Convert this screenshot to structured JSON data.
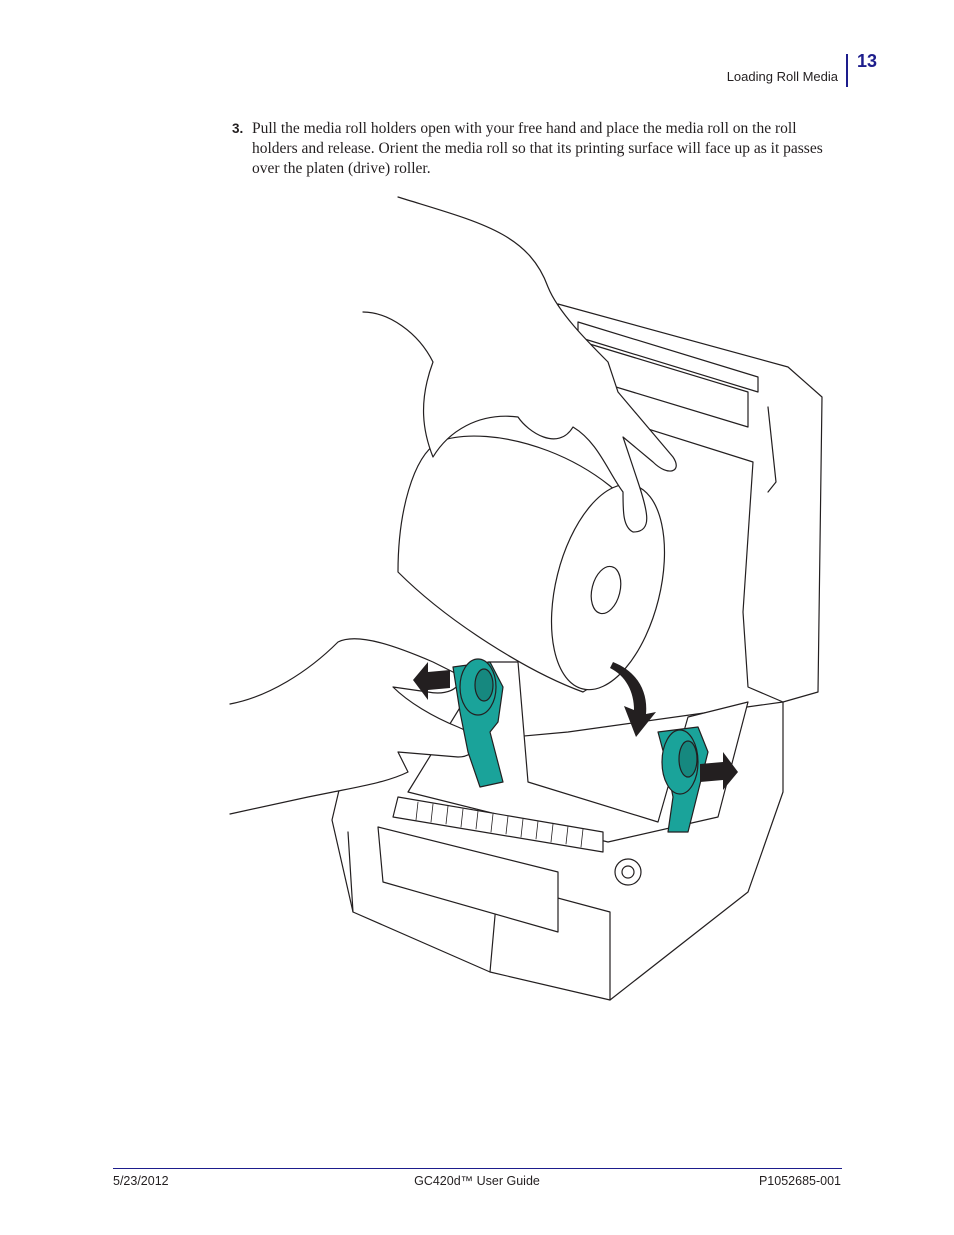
{
  "header": {
    "section_title": "Loading Roll Media",
    "page_number": "13"
  },
  "step": {
    "number": "3.",
    "text": "Pull the media roll holders open with your free hand and place the media roll on the roll holders and release. Orient the media roll so that its printing surface will face up as it passes over the platen (drive) roller."
  },
  "figure": {
    "accent_color": "#1aa39a"
  },
  "footer": {
    "date": "5/23/2012",
    "title": "GC420d™ User Guide",
    "part_number": "P1052685-001"
  }
}
